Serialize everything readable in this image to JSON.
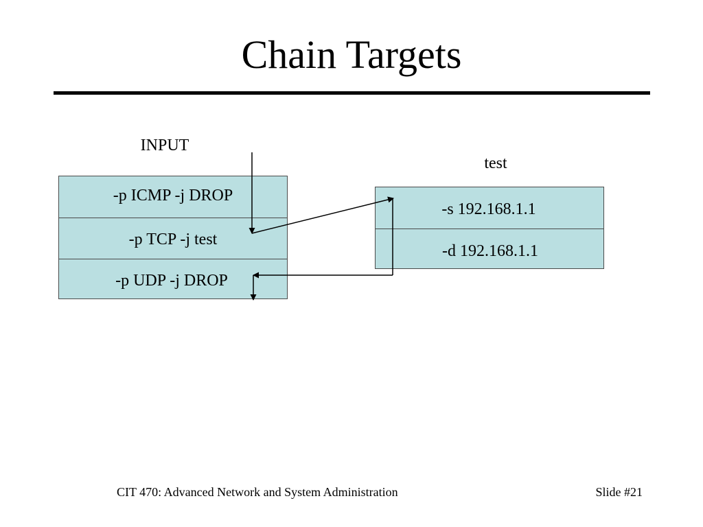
{
  "slide": {
    "title": "Chain Targets"
  },
  "diagram": {
    "input_chain": {
      "label": "INPUT",
      "rules": [
        "-p ICMP -j DROP",
        "-p TCP -j test",
        "-p UDP -j DROP"
      ]
    },
    "test_chain": {
      "label": "test",
      "rules": [
        "-s 192.168.1.1",
        "-d 192.168.1.1"
      ]
    },
    "colors": {
      "table_fill": "#badfe1",
      "table_border": "#4a4a4a",
      "arrow": "#000000"
    }
  },
  "footer": {
    "course": "CIT 470: Advanced Network and System Administration",
    "slide_number": "Slide #21"
  }
}
